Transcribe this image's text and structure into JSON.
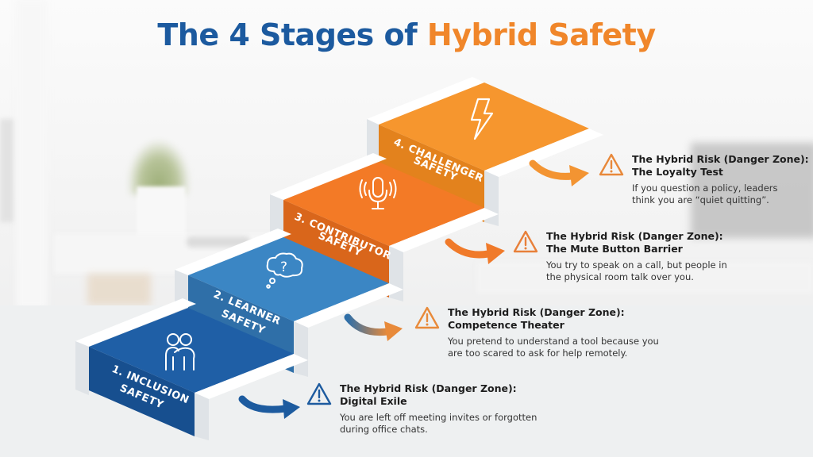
{
  "title": {
    "part1": "The 4 Stages of",
    "part2": "Hybrid Safety",
    "color_part1": "#1c5a9f",
    "color_part2": "#f0862a"
  },
  "stages": [
    {
      "number": "1.",
      "line1": "1. INCLUSION",
      "line2": "SAFETY",
      "icon": "people-embrace-icon",
      "color_top": "#1f5fa6",
      "color_front": "#174f8f",
      "arrow_color": "#1d5b9f",
      "risk": {
        "heading_line1": "The Hybrid Risk (Danger Zone):",
        "heading_line2": "Digital Exile",
        "body_line1": "You are left off meeting invites or forgotten",
        "body_line2": "during office chats.",
        "icon": "warning-triangle-icon",
        "icon_color": "#1d5b9f"
      }
    },
    {
      "number": "2.",
      "line1": "2. LEARNER",
      "line2": "SAFETY",
      "icon": "thought-bubble-question-icon",
      "color_top": "#3b86c4",
      "color_front": "#2f6fa8",
      "arrow_color": "#c98a55",
      "risk": {
        "heading_line1": "The Hybrid Risk (Danger Zone):",
        "heading_line2": "Competence Theater",
        "body_line1": "You pretend to understand a tool because you",
        "body_line2": "are too scared to ask for help remotely.",
        "icon": "warning-triangle-icon",
        "icon_color": "#e88a3a"
      }
    },
    {
      "number": "3.",
      "line1": "3. CONTRIBUTOR",
      "line2": "SAFETY",
      "icon": "microphone-icon",
      "color_top": "#f37a26",
      "color_front": "#d9661b",
      "arrow_color": "#f07a2a",
      "risk": {
        "heading_line1": "The Hybrid Risk (Danger Zone):",
        "heading_line2": "The Mute Button Barrier",
        "body_line1": "You try to speak on a call, but people in",
        "body_line2": "the physical room talk over you.",
        "icon": "warning-triangle-icon",
        "icon_color": "#e8803a"
      }
    },
    {
      "number": "4.",
      "line1": "4. CHALLENGER",
      "line2": "SAFETY",
      "icon": "lightning-bolt-icon",
      "color_top": "#f6962e",
      "color_front": "#e3821d",
      "arrow_color": "#f39432",
      "risk": {
        "heading_line1": "The Hybrid Risk (Danger Zone):",
        "heading_line2": "The Loyalty Test",
        "body_line1": "If you question a policy, leaders",
        "body_line2": "think you are “quiet quitting”.",
        "icon": "warning-triangle-icon",
        "icon_color": "#e8883a"
      }
    }
  ]
}
